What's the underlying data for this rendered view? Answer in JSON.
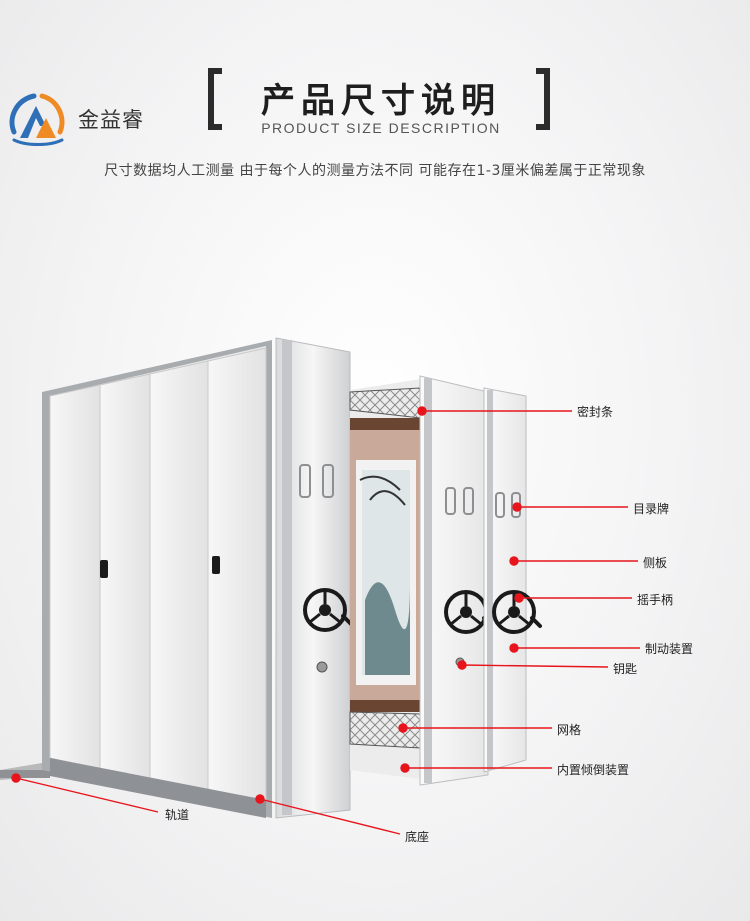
{
  "brand": {
    "name": "金益睿",
    "accent_blue": "#2e6fb8",
    "accent_orange": "#f08a24"
  },
  "header": {
    "title": "产品尺寸说明",
    "subtitle": "PRODUCT SIZE DESCRIPTION",
    "note": "尺寸数据均人工测量 由于每个人的测量方法不同 可能存在1-3厘米偏差属于正常现象"
  },
  "callouts": {
    "seal_strip": "密封条",
    "catalog_card": "目录牌",
    "side_panel": "侧板",
    "hand_crank": "摇手柄",
    "brake_device": "制动装置",
    "key": "钥匙",
    "mesh": "网格",
    "anti_tilt": "内置倾倒装置",
    "rail": "轨道",
    "base": "底座"
  },
  "colors": {
    "marker": "#e8141c",
    "cabinet": "#eeeeee",
    "frame": "#9ea1a5"
  }
}
